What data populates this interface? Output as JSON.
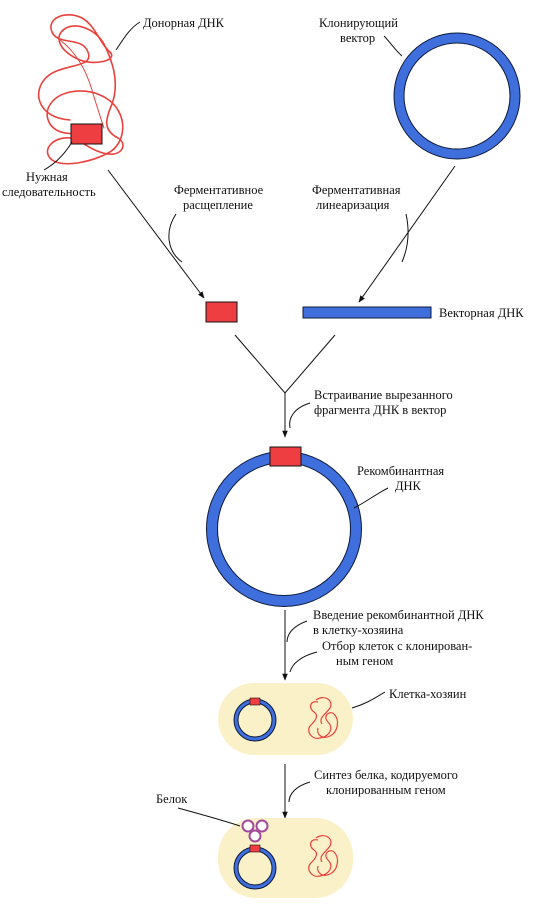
{
  "labels": {
    "donor_dna": "Донорная ДНК",
    "cloning_vector_1": "Клонирующий",
    "cloning_vector_2": "вектор",
    "needed_seq_1": "Нужная",
    "needed_seq_2": "следовательность",
    "enzymatic_cleavage_1": "Ферментативное",
    "enzymatic_cleavage_2": "расщепление",
    "enzymatic_linearization_1": "Ферментативная",
    "enzymatic_linearization_2": "линеаризация",
    "vector_dna": "Векторная ДНК",
    "insertion_1": "Встраивание вырезанного",
    "insertion_2": "фрагмента ДНК в вектор",
    "recombinant_dna_1": "Рекомбинантная",
    "recombinant_dna_2": "ДНК",
    "introduction_1": "Введение рекомбинантной ДНК",
    "introduction_2": "в клетку-хозяина",
    "selection_1": "Отбор клеток с клонирован-",
    "selection_2": "ным геном",
    "host_cell": "Клетка-хозяин",
    "synthesis_1": "Синтез белка, кодируемого",
    "synthesis_2": "клонированным геном",
    "protein": "Белок"
  },
  "colors": {
    "donor_dna": "#e8423f",
    "gene_fragment": "#ef3e42",
    "vector": "#3f6fdc",
    "vector_outline": "#0d1a3a",
    "cell_fill": "#fbf1c8",
    "protein": "#a34a9a",
    "line": "#111111"
  }
}
